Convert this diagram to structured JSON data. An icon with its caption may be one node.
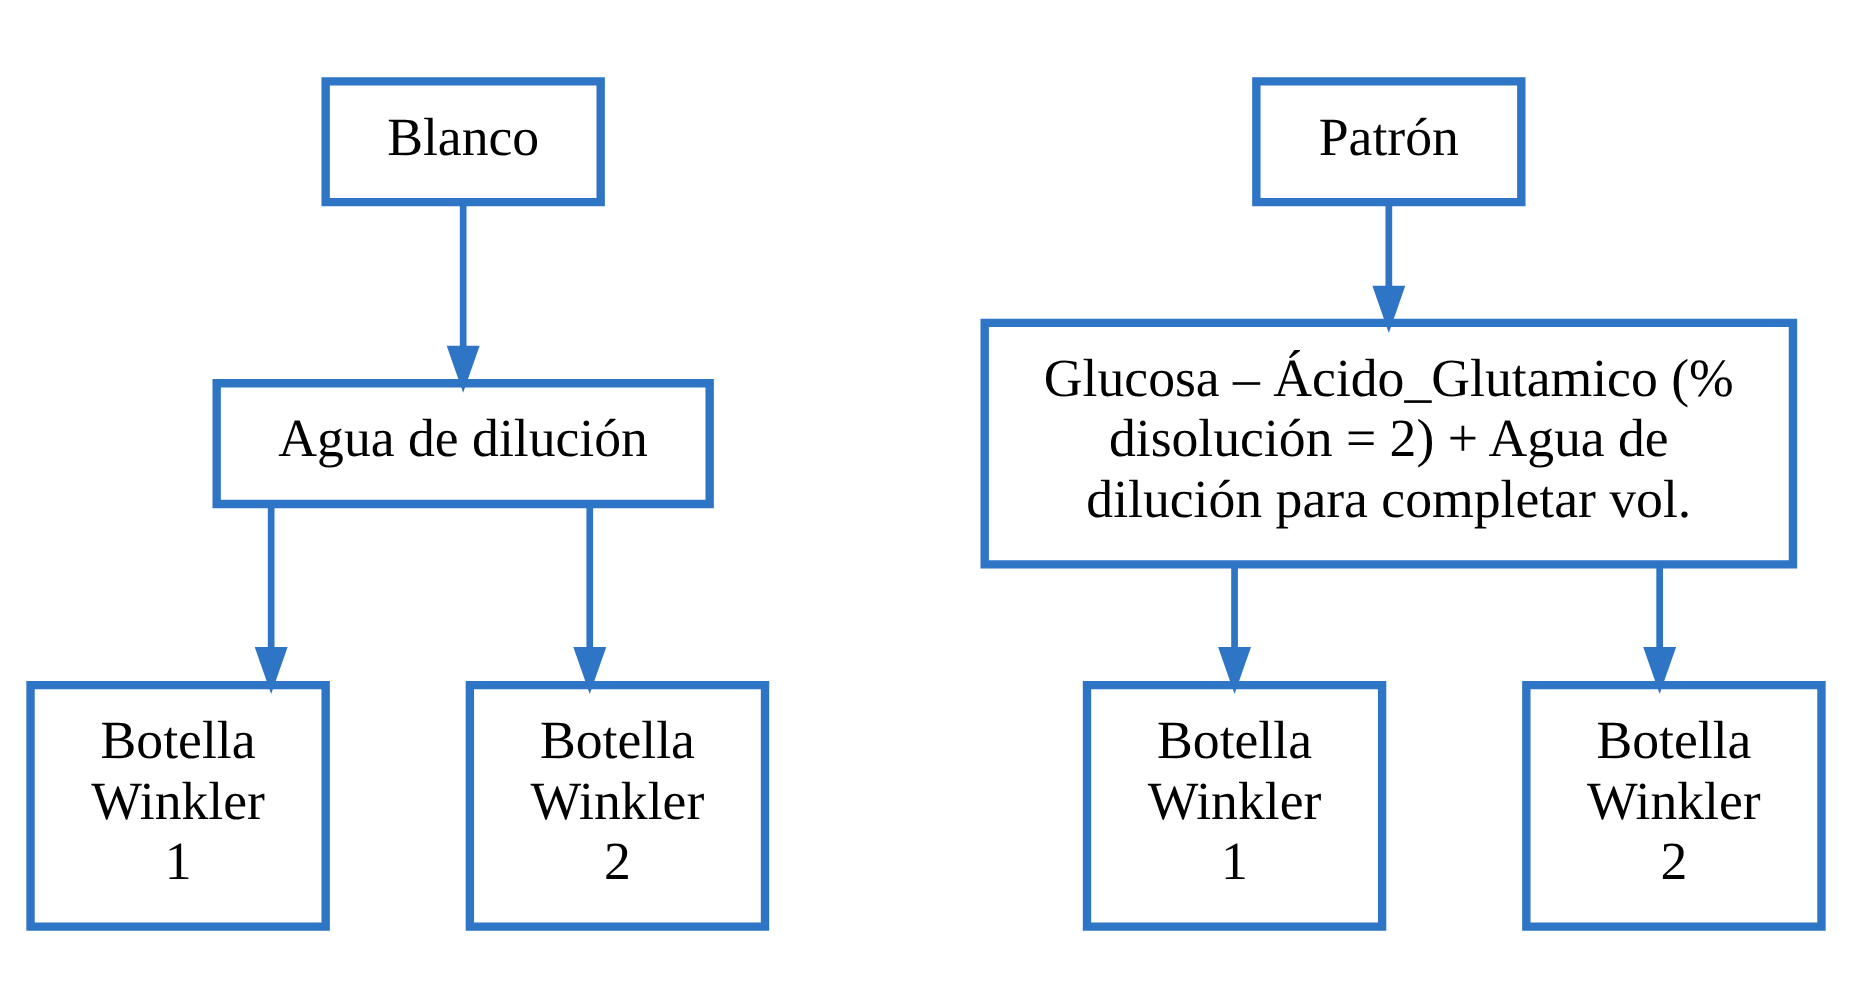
{
  "diagram": {
    "nodes": [
      {
        "text": [
          "Blanco"
        ]
      },
      {
        "text": [
          "Agua de dilución"
        ]
      },
      {
        "text": [
          "Botella Winkler 1"
        ]
      },
      {
        "text": [
          "Botella Winkler 2"
        ]
      },
      {
        "text": [
          "Patrón"
        ]
      },
      {
        "text": [
          "Glucosa – Ácido_Glutamico (% disolución = 2) + Agua de dilución para completar vol."
        ]
      },
      {
        "text": [
          "Botella Winkler 1"
        ]
      },
      {
        "text": [
          "Botella Winkler 2"
        ]
      }
    ],
    "edges": [
      {
        "from": 0,
        "to": 1,
        "arrow": "to"
      },
      {
        "from": 1,
        "to": 2,
        "arrow": "to"
      },
      {
        "from": 1,
        "to": 3,
        "arrow": "to"
      },
      {
        "from": 4,
        "to": 5,
        "arrow": "to"
      },
      {
        "from": 5,
        "to": 6,
        "arrow": "to"
      },
      {
        "from": 5,
        "to": 7,
        "arrow": "to"
      }
    ]
  }
}
